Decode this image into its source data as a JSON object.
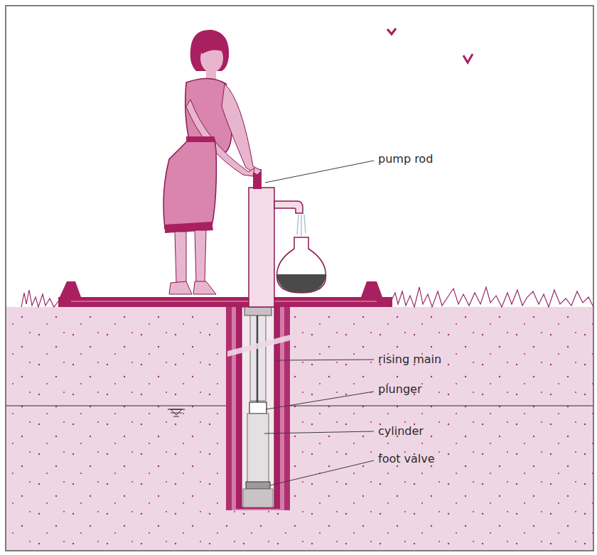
{
  "diagram": {
    "labels": [
      "pump rod",
      "rising main",
      "plunger",
      "cylinder",
      "foot valve"
    ]
  }
}
